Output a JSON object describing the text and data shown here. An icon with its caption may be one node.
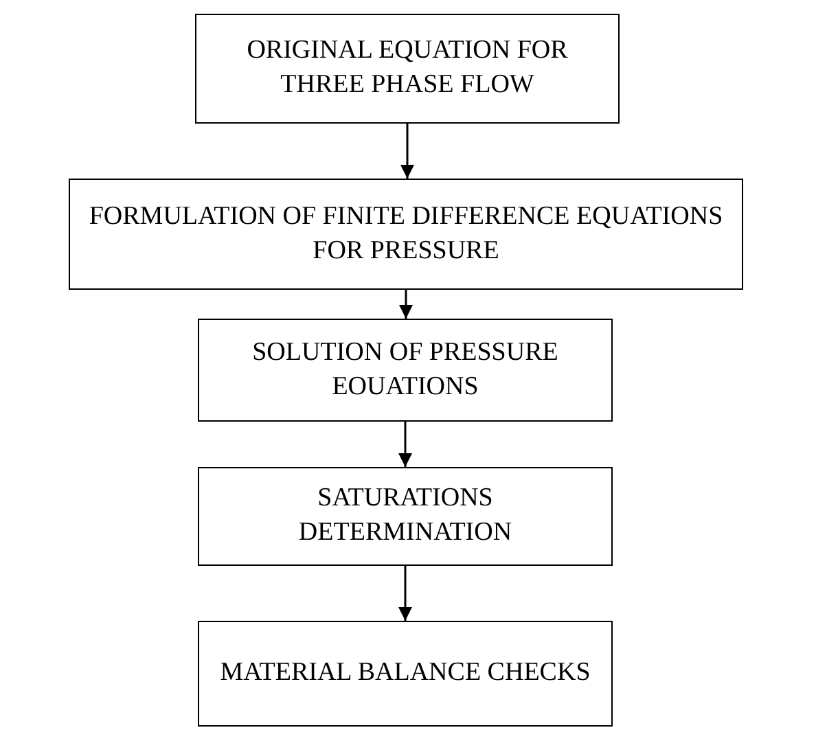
{
  "diagram": {
    "nodes": [
      {
        "text": [
          "ORIGINAL EQUATION FOR THREE PHASE FLOW"
        ]
      },
      {
        "text": [
          "FORMULATION OF FINITE DIFFERENCE EQUATIONS FOR PRESSURE"
        ]
      },
      {
        "text": [
          "SOLUTION OF PRESSURE EOUATIONS"
        ]
      },
      {
        "text": [
          "SATURATIONS DETERMINATION"
        ]
      },
      {
        "text": [
          "MATERIAL BALANCE CHECKS"
        ]
      }
    ],
    "edges": [
      {
        "from": 0,
        "to": 1,
        "arrow": "to"
      },
      {
        "from": 1,
        "to": 2,
        "arrow": "to"
      },
      {
        "from": 2,
        "to": 3,
        "arrow": "to"
      },
      {
        "from": 3,
        "to": 4,
        "arrow": "to"
      }
    ]
  }
}
